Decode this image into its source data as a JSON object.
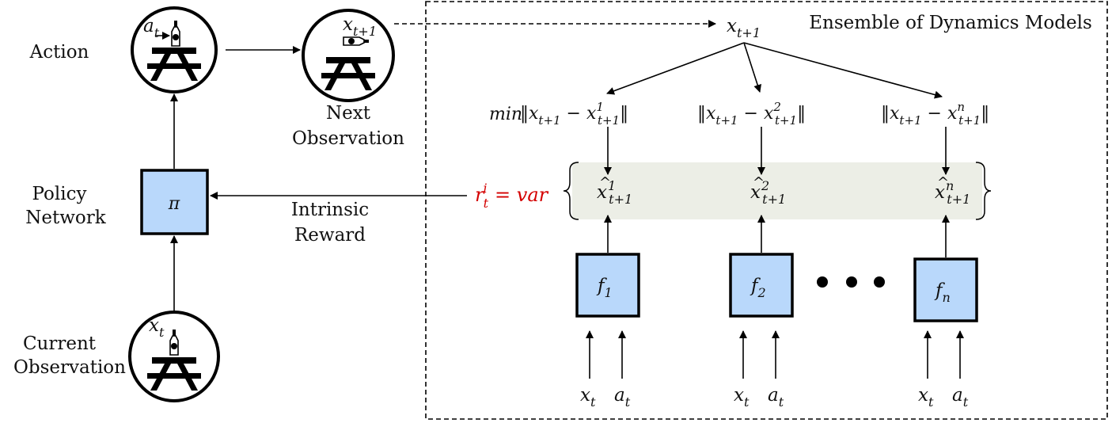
{
  "labels": {
    "action": "Action",
    "policy_line1": "Policy",
    "policy_line2": "Network",
    "current_line1": "Current",
    "current_line2": "Observation",
    "next_line1": "Next",
    "next_line2": "Observation",
    "intrinsic_line1": "Intrinsic",
    "intrinsic_line2": "Reward",
    "ensemble_title": "Ensemble of Dynamics Models"
  },
  "math": {
    "pi": "π",
    "a_t": "a",
    "x_t": "x",
    "sub_t": "t",
    "sub_t1": "t+1",
    "min": "min",
    "reward": "r",
    "reward_sup": "i",
    "reward_rhs": "= var",
    "models": [
      {
        "f_sub": "1",
        "sup": "1"
      },
      {
        "f_sub": "2",
        "sup": "2"
      },
      {
        "f_sub": "n",
        "sup": "n"
      }
    ]
  },
  "colors": {
    "box_fill": "#b9d8fb",
    "band_fill": "#eceee6",
    "reward_red": "#d40000"
  },
  "icons": [
    "picnic-table-icon",
    "bottle-icon"
  ]
}
